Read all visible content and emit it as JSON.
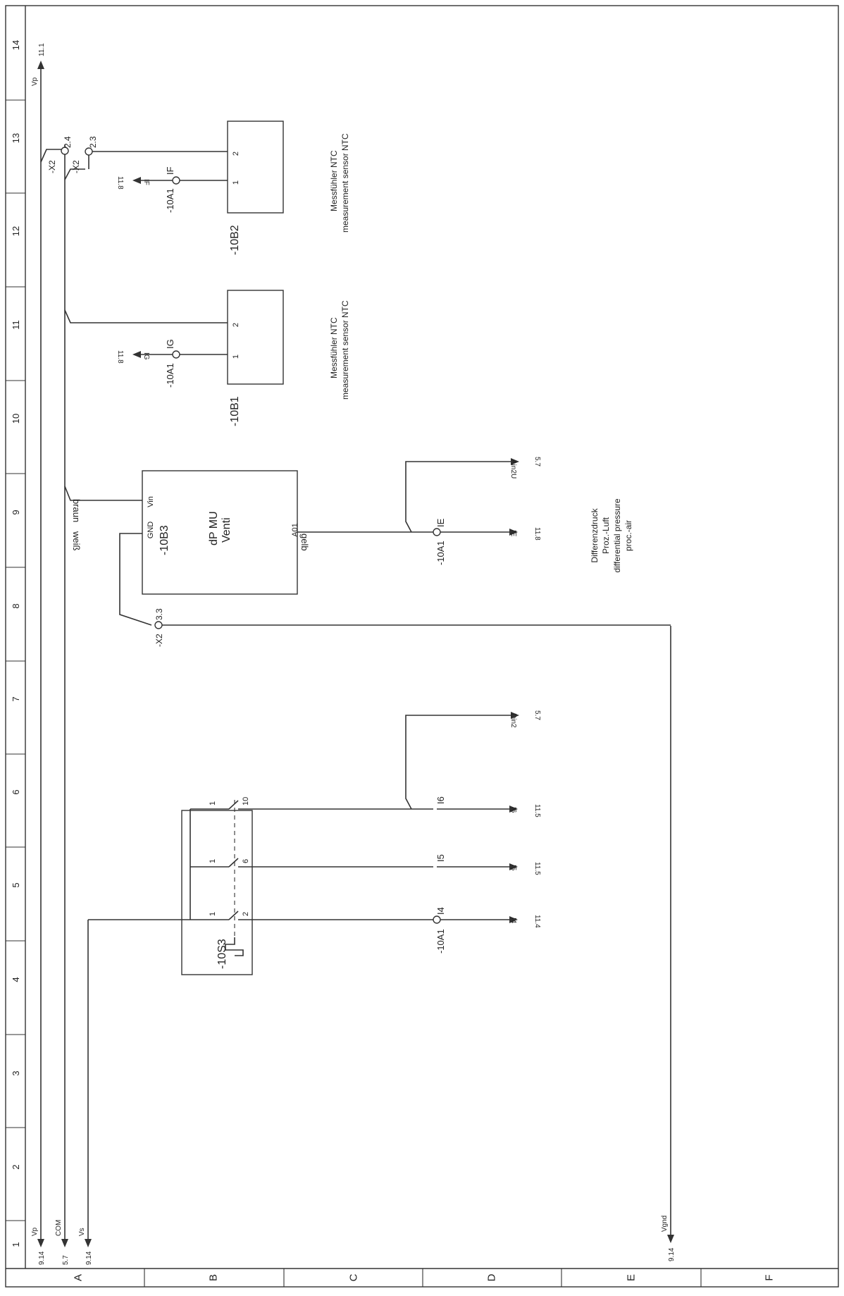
{
  "grid": {
    "cols": [
      "1",
      "2",
      "3",
      "4",
      "5",
      "6",
      "7",
      "8",
      "9",
      "10",
      "11",
      "12",
      "13",
      "14"
    ],
    "rows": [
      "A",
      "B",
      "C",
      "D",
      "E",
      "F"
    ]
  },
  "rails": {
    "vp_top": {
      "ref": "11.1",
      "name": "Vp"
    },
    "vp_bottom": {
      "ref": "9.14",
      "name": "Vp"
    },
    "com_bottom": {
      "ref": "5.7",
      "name": "COM"
    },
    "vs_bottom": {
      "ref": "9.14",
      "name": "Vs"
    },
    "vgnd": {
      "ref": "9.14",
      "name": "Vgnd"
    }
  },
  "terminals": {
    "x2_24": {
      "tag": "-X2",
      "pin": "2.4"
    },
    "x2_23": {
      "tag": "-X2",
      "pin": "2.3"
    },
    "x2_33": {
      "tag": "-X2",
      "pin": "3.3"
    }
  },
  "sensor_b2": {
    "tag": "-10B2",
    "pin1": "1",
    "pin2": "2",
    "desc1": "Messfühler NTC",
    "desc2": "measurement sensor NTC",
    "io_tag": "-10A1",
    "io": "IF",
    "sig": "IF",
    "ref": "11.8"
  },
  "sensor_b1": {
    "tag": "-10B1",
    "pin1": "1",
    "pin2": "2",
    "desc1": "Messfühler NTC",
    "desc2": "measurement sensor NTC",
    "io_tag": "-10A1",
    "io": "IG",
    "sig": "IG",
    "ref": "11.8"
  },
  "dp": {
    "tag": "-10B3",
    "name1": "dP MU",
    "name2": "Venti",
    "vin": "Vin",
    "gnd": "GND",
    "a01": "A01",
    "wire_braun": "braun",
    "wire_weiss": "weiß",
    "wire_gelb": "gelb",
    "io_tag": "-10A1",
    "io": "IE",
    "sig": "IE",
    "ref": "11.8",
    "ain_sig": "Ain2U",
    "ain_ref": "5.7",
    "desc": [
      "Differenzdruck",
      "Proz.-Luft",
      "differential pressure",
      "proc.-air"
    ]
  },
  "switch": {
    "tag": "-10S3",
    "c1_in": "1",
    "c1_out": "2",
    "c2_in": "1",
    "c2_out": "6",
    "c3_in": "1",
    "c3_out": "10",
    "io_tag": "-10A1",
    "i4": "I4",
    "i4_sig": "I4",
    "i4_ref": "11.4",
    "i5": "I5",
    "i5_sig": "I5",
    "i5_ref": "11.5",
    "i6": "I6",
    "i6_sig": "I6",
    "i6_ref": "11.5",
    "din_sig": "Din2",
    "din_ref": "5.7"
  }
}
